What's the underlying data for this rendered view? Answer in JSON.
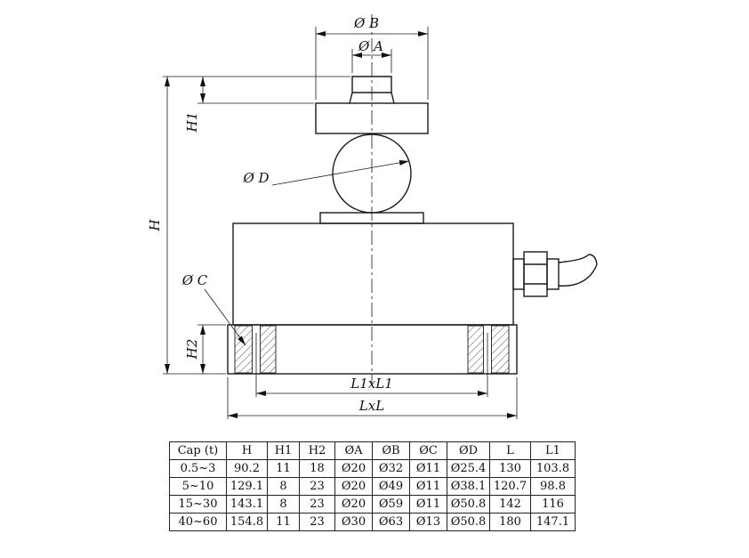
{
  "drawing": {
    "labels": {
      "phi_b": "Ø B",
      "phi_a": "Ø A",
      "phi_d": "Ø D",
      "phi_c": "Ø C",
      "h": "H",
      "h1": "H1",
      "h2": "H2",
      "l1xl1": "L1xL1",
      "lxl": "LxL"
    }
  },
  "table": {
    "headers": [
      "Cap (t)",
      "H",
      "H1",
      "H2",
      "ØA",
      "ØB",
      "ØC",
      "ØD",
      "L",
      "L1"
    ],
    "rows": [
      [
        "0.5~3",
        "90.2",
        "11",
        "18",
        "Ø20",
        "Ø32",
        "Ø11",
        "Ø25.4",
        "130",
        "103.8"
      ],
      [
        "5~10",
        "129.1",
        "8",
        "23",
        "Ø20",
        "Ø49",
        "Ø11",
        "Ø38.1",
        "120.7",
        "98.8"
      ],
      [
        "15~30",
        "143.1",
        "8",
        "23",
        "Ø20",
        "Ø59",
        "Ø11",
        "Ø50.8",
        "142",
        "116"
      ],
      [
        "40~60",
        "154.8",
        "11",
        "23",
        "Ø30",
        "Ø63",
        "Ø13",
        "Ø50.8",
        "180",
        "147.1"
      ]
    ]
  }
}
